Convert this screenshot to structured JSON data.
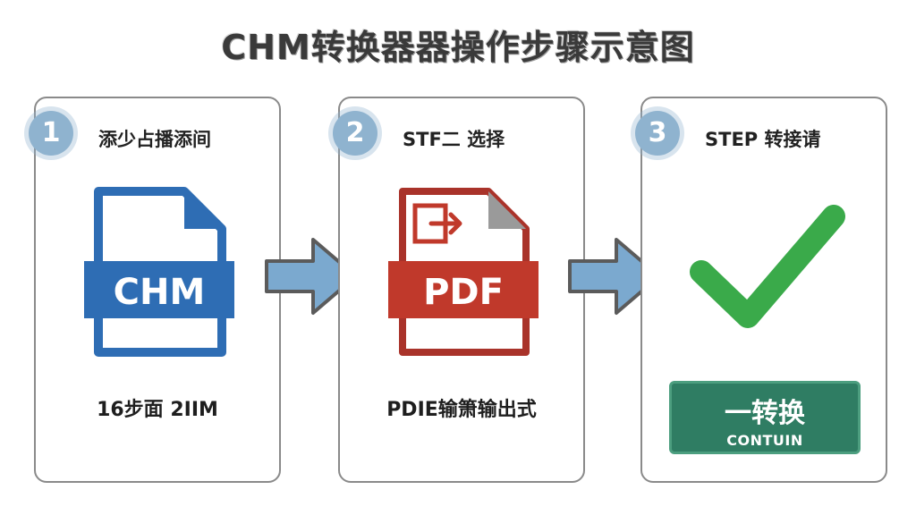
{
  "title": "CHM转换器器操作步骤示意图",
  "steps": [
    {
      "number": "1",
      "header": "添少占播添间",
      "file_label": "CHM",
      "caption": "16步面 2IIM",
      "colors": {
        "file": "#2e6db4"
      }
    },
    {
      "number": "2",
      "header": "STF二 选择",
      "file_label": "PDF",
      "caption": "PDIE输箫输出式",
      "colors": {
        "file": "#c0392b"
      }
    },
    {
      "number": "3",
      "header": "STEP  转接请",
      "button_main": "一转换",
      "button_sub": "CONTUIN",
      "colors": {
        "check": "#3aaa4a",
        "button": "#2f7d63"
      }
    }
  ],
  "icons": [
    "chm-file-icon",
    "pdf-file-icon",
    "checkmark-icon",
    "right-arrow-icon"
  ],
  "accent_colors": {
    "badge": "#8fb3cf",
    "arrow": "#7ba9cf"
  }
}
